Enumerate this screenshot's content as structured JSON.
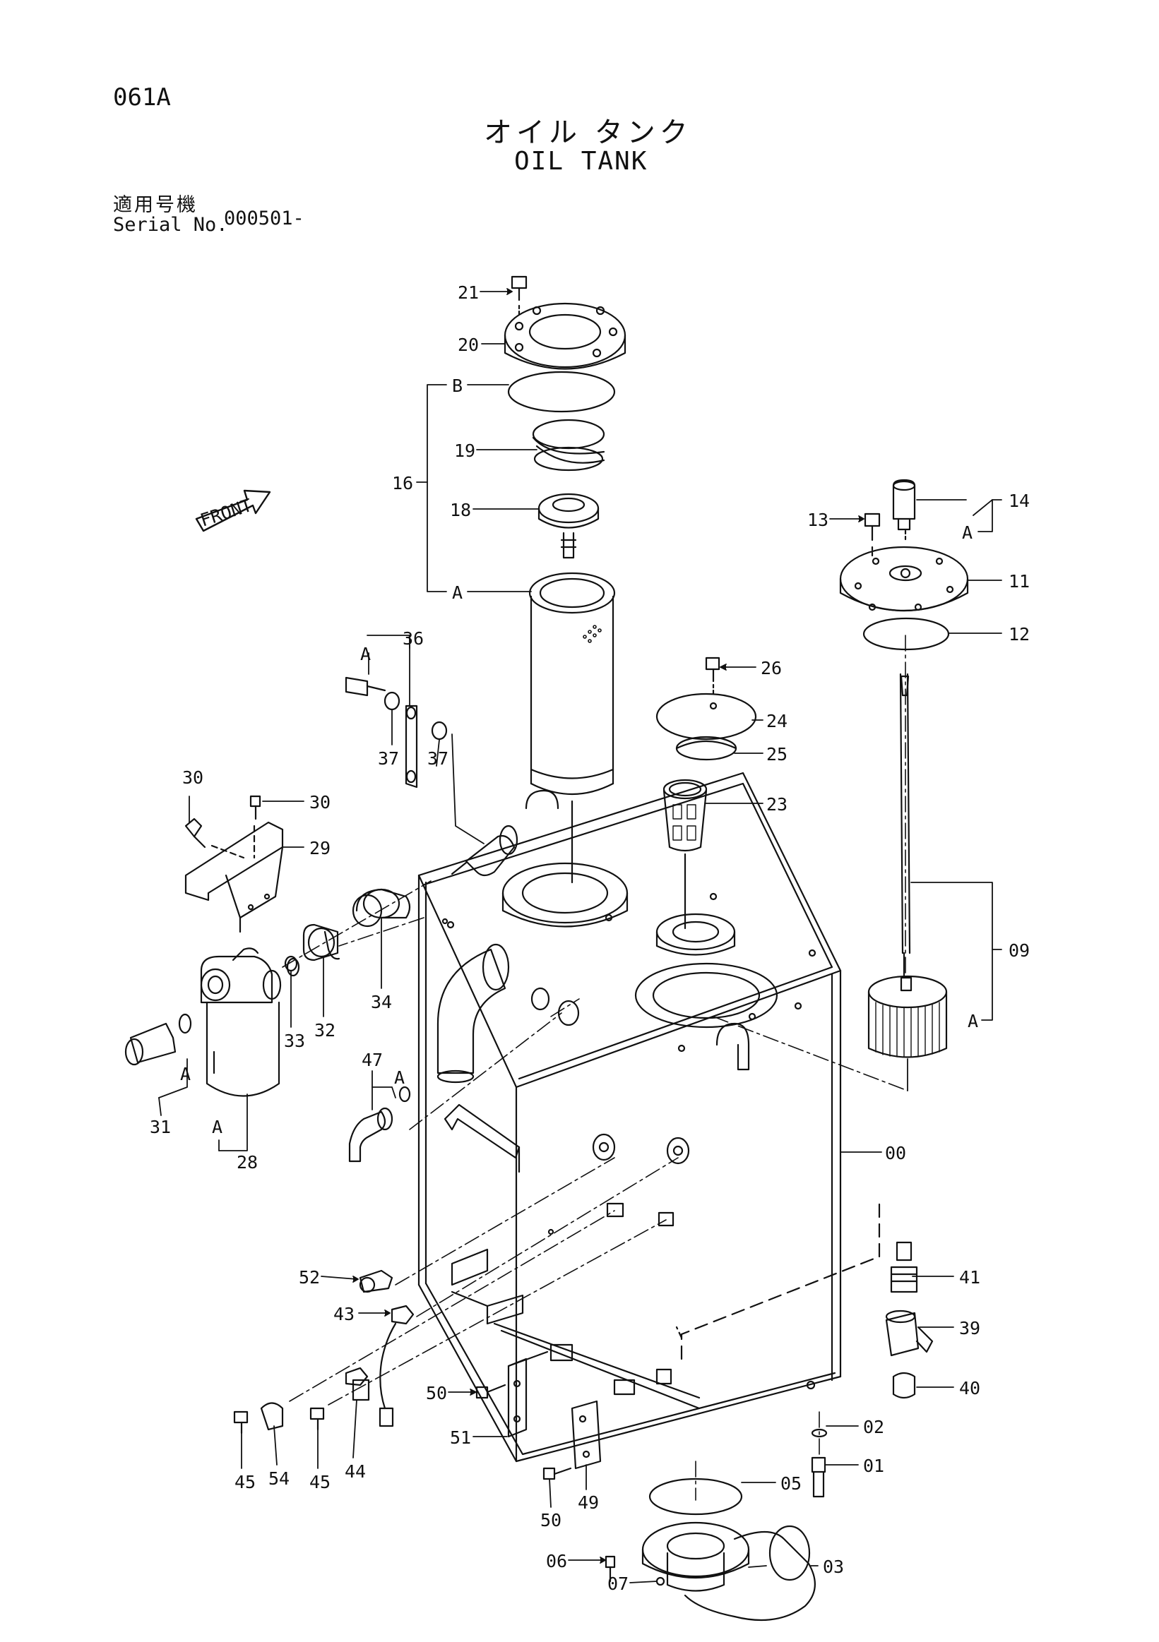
{
  "header": {
    "page_code": "061A",
    "title_jp": "オイル タンク",
    "title_en": "OIL TANK",
    "serial_label_jp": "適用号機",
    "serial_label_en": "Serial No.",
    "serial_value": "000501-"
  },
  "diagram": {
    "front_label": "FRONT",
    "callouts": {
      "c00": "00",
      "c01": "01",
      "c02": "02",
      "c03": "03",
      "c05": "05",
      "c06": "06",
      "c07": "07",
      "c09": "09",
      "c11": "11",
      "c12": "12",
      "c13": "13",
      "c14": "14",
      "c16": "16",
      "c18": "18",
      "c19": "19",
      "c20": "20",
      "c21": "21",
      "c23": "23",
      "c24": "24",
      "c25": "25",
      "c26": "26",
      "c28": "28",
      "c29": "29",
      "c30a": "30",
      "c30b": "30",
      "c31": "31",
      "c32": "32",
      "c33": "33",
      "c34": "34",
      "c36": "36",
      "c37a": "37",
      "c37b": "37",
      "c39": "39",
      "c40": "40",
      "c41": "41",
      "c43": "43",
      "c44": "44",
      "c45a": "45",
      "c45b": "45",
      "c47": "47",
      "c49": "49",
      "c50a": "50",
      "c50b": "50",
      "c51": "51",
      "c52": "52",
      "c54": "54",
      "a_16": "A",
      "b_16": "B",
      "a_14": "A",
      "a_09": "A",
      "a_36": "A",
      "a_47": "A",
      "a_31": "A",
      "a_28": "A"
    }
  }
}
